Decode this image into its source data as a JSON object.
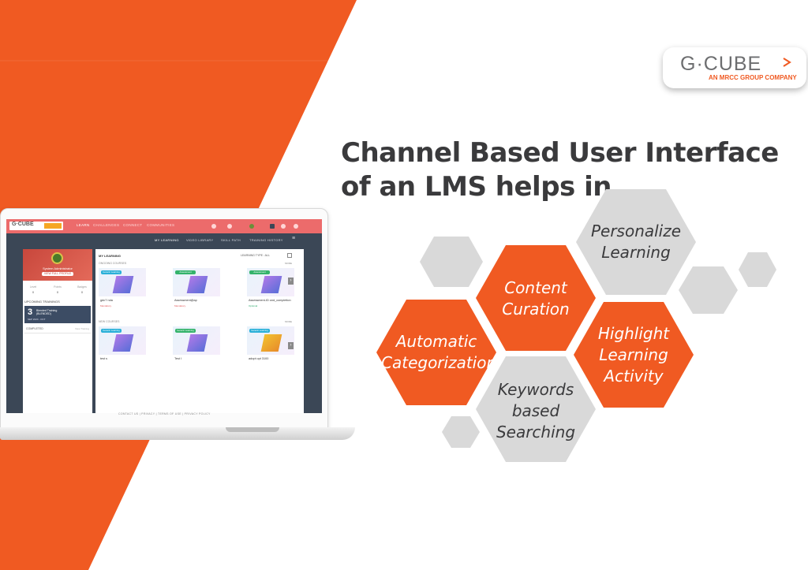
{
  "logo": {
    "name": "G·CUBE",
    "tagline": "AN MRCC GROUP COMPANY"
  },
  "headline": {
    "line1": "Channel Based User Interface",
    "line2": "of an LMS helps in"
  },
  "benefits": [
    {
      "lines": [
        "Personalize",
        "Learning"
      ]
    },
    {
      "lines": [
        "Content",
        "Curation"
      ]
    },
    {
      "lines": [
        "Highlight",
        "Learning",
        "Activity"
      ]
    },
    {
      "lines": [
        "Automatic",
        "Categorization"
      ]
    },
    {
      "lines": [
        "Keywords",
        "based",
        "Searching"
      ]
    }
  ],
  "lms": {
    "logo_text": "G·CUBE",
    "nav": [
      "LEARN",
      "CHALLENGES",
      "CONNECT",
      "COMMUNITIES"
    ],
    "sub_nav": [
      "MY LEARNING",
      "VIDEO LIBRARY",
      "SKILL PATH",
      "TRAINING HISTORY"
    ],
    "profile_name": "System Administrator",
    "profile_sub": "VIEW FULL PROFILE",
    "stats": [
      {
        "label": "Level",
        "value": "0"
      },
      {
        "label": "Points",
        "value": "0"
      },
      {
        "label": "Badges",
        "value": "0"
      }
    ],
    "upcoming_title": "UPCOMING TRAININGS",
    "upcoming_num": "3",
    "upcoming_title_text": "Blended Training",
    "upcoming_sub": "(BLENDED)",
    "upcoming_date": "SEP 2020 - OCT",
    "completed_label": "COMPLETED",
    "completed_link": "View Training",
    "my_learning": "MY LEARNING",
    "filter": "LEARNING TYPE : ALL",
    "ongoing_label": "ONGOING COURSES",
    "new_label": "NEW COURSES",
    "more": "MORE",
    "ongoing_courses": [
      {
        "tag": "Generic Learning",
        "title": "gdc'l' nda",
        "status": "Mandatory"
      },
      {
        "tag": "Assessment",
        "title": "Assessment@ap",
        "status": "Mandatory"
      },
      {
        "tag": "Assessment",
        "title": "Assessment-ID ond_completion",
        "status": "Optional"
      }
    ],
    "new_courses": [
      {
        "tag": "Generic Learning",
        "title": "test s",
        "status": ""
      },
      {
        "tag": "Generic Learning",
        "title": "Test I",
        "status": ""
      },
      {
        "tag": "Generic Learning",
        "title": "adopt opt 3100",
        "status": ""
      }
    ],
    "footer": "CONTACT US | PRIVACY | TERMS OF USE | PRIVACY POLICY"
  },
  "colors": {
    "brand_orange": "#f05a22",
    "hex_gray": "#d9d9d9",
    "text_dark": "#3a3a3c"
  }
}
